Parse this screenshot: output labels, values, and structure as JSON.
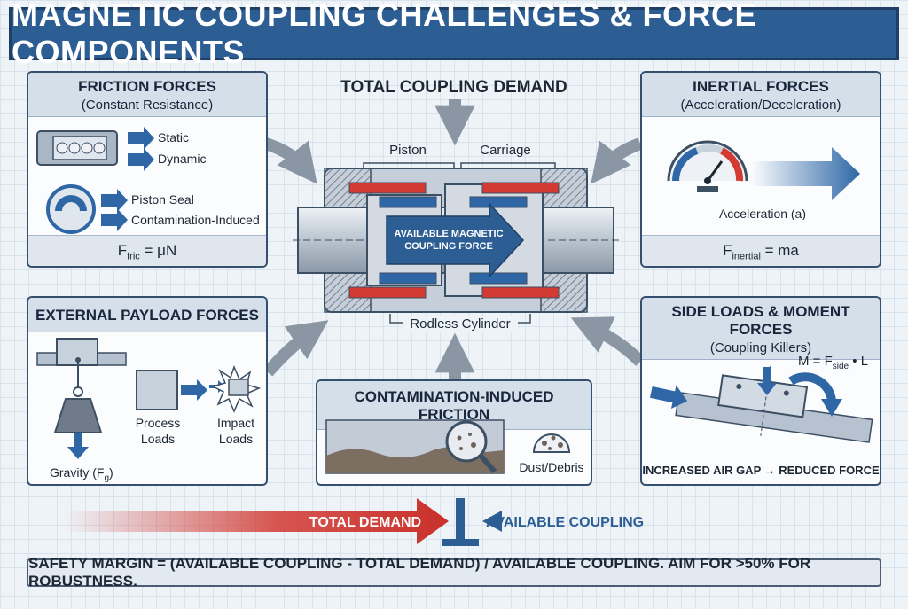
{
  "title": "MAGNETIC COUPLING CHALLENGES & FORCE COMPONENTS",
  "center": {
    "heading": "TOTAL COUPLING DEMAND",
    "piston_label": "Piston",
    "carriage_label": "Carriage",
    "arrow_text_line1": "AVAILABLE MAGNETIC",
    "arrow_text_line2": "COUPLING FORCE",
    "cylinder_label": "Rodless Cylinder"
  },
  "friction": {
    "title": "FRICTION FORCES",
    "subtitle": "(Constant Resistance)",
    "items": [
      "Static",
      "Dynamic",
      "Piston Seal",
      "Contamination-Induced"
    ],
    "formula_main": "F",
    "formula_sub": "fric",
    "formula_rest": " = μN"
  },
  "inertial": {
    "title": "INERTIAL FORCES",
    "subtitle": "(Acceleration/Deceleration)",
    "gauge_label": "Acceleration (a)",
    "formula_main": "F",
    "formula_sub": "inertial",
    "formula_rest": " = ma"
  },
  "payload": {
    "title": "EXTERNAL PAYLOAD FORCES",
    "gravity_label": "Gravity (F",
    "gravity_sub": "g",
    "gravity_close": ")",
    "process_line1": "Process",
    "process_line2": "Loads",
    "impact_line1": "Impact",
    "impact_line2": "Loads"
  },
  "contamination": {
    "title": "CONTAMINATION-INDUCED FRICTION",
    "dust_label": "Dust/Debris"
  },
  "side": {
    "title": "SIDE LOADS & MOMENT FORCES",
    "subtitle": "(Coupling Killers)",
    "formula_main": "M = F",
    "formula_sub": "side",
    "formula_rest": " • L",
    "footer": "INCREASED AIR GAP → REDUCED FORCE"
  },
  "bottom": {
    "total_demand": "TOTAL DEMAND",
    "available": "AVAILABLE COUPLING",
    "banner": "SAFETY MARGIN = (AVAILABLE COUPLING - TOTAL DEMAND) / AVAILABLE COUPLING. AIM FOR >50% FOR ROBUSTNESS."
  },
  "colors": {
    "title_blue": "#2c5d93",
    "accent_blue": "#2f67a6",
    "accent_red": "#d23a33",
    "flow_gray": "#8a96a3"
  }
}
